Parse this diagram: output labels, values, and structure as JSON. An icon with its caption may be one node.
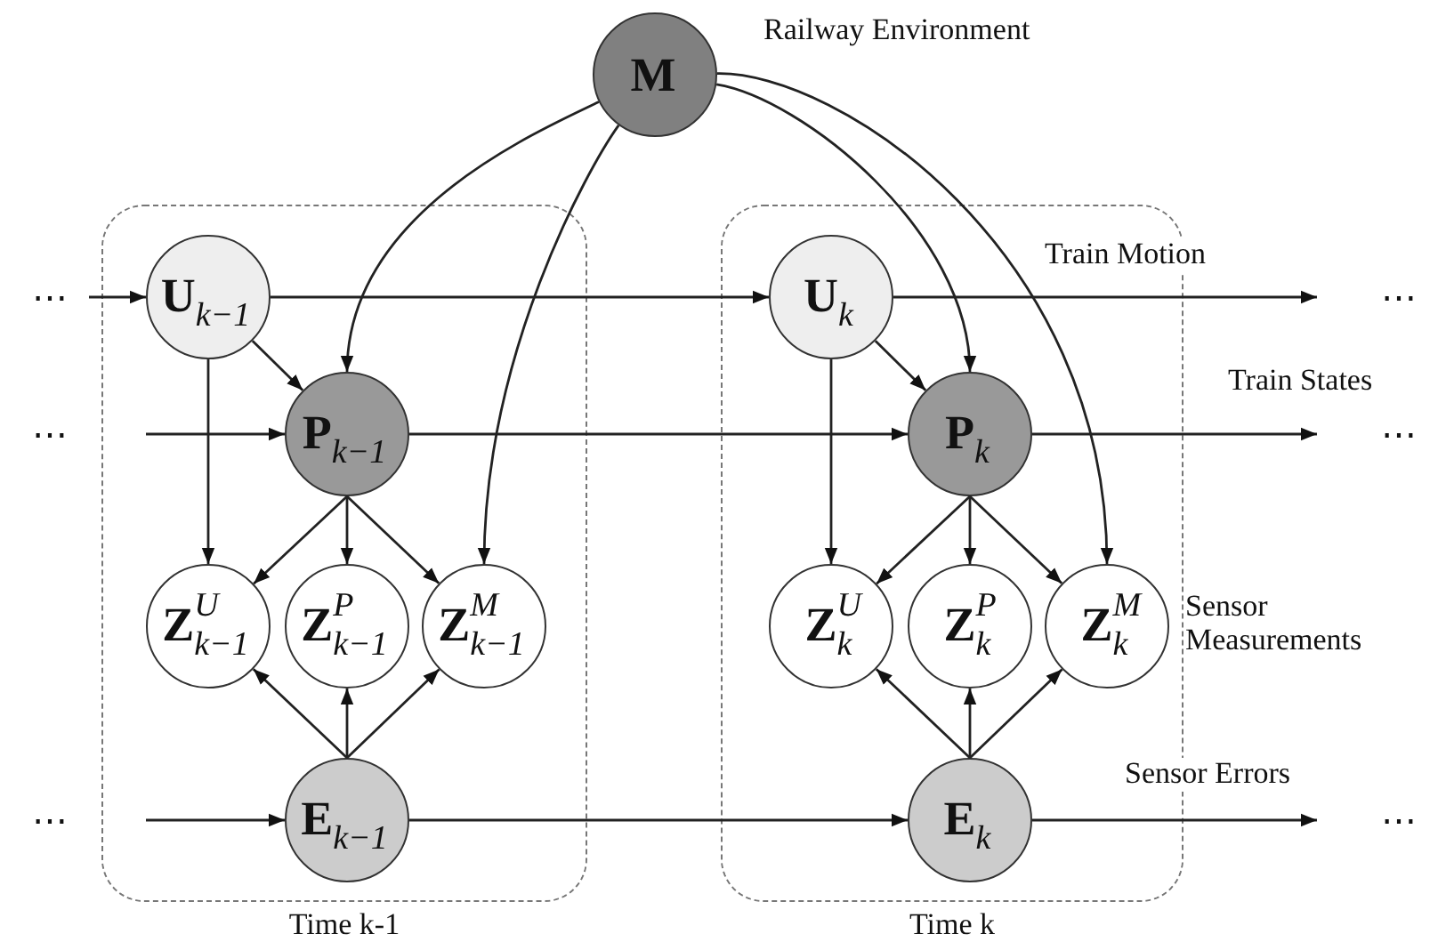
{
  "diagram": {
    "nodes": [
      {
        "text": [
          "M"
        ],
        "beside": [
          "Railway Environment"
        ]
      },
      {
        "text": [
          "Time k-1"
        ]
      },
      {
        "text": [
          "**U**$_{k−1}$"
        ],
        "in": 1
      },
      {
        "text": [
          "**P**$_{k−1}$"
        ],
        "in": 1
      },
      {
        "text": [
          "**Z**$^{U}$$_{k−1}$"
        ],
        "in": 1
      },
      {
        "text": [
          "**Z**$^{P}$$_{k−1}$"
        ],
        "in": 1
      },
      {
        "text": [
          "**Z**$^{M}$$_{k−1}$"
        ],
        "in": 1
      },
      {
        "text": [
          "**E**$_{k−1}$"
        ],
        "in": 1
      },
      {
        "text": [
          "Time k"
        ]
      },
      {
        "text": [
          "**U**$_{k}$"
        ],
        "in": 8
      },
      {
        "text": [
          "**P**$_{k}$"
        ],
        "in": 8
      },
      {
        "text": [
          "**Z**$^{U}$$_{k}$"
        ],
        "in": 8
      },
      {
        "text": [
          "**Z**$^{P}$$_{k}$"
        ],
        "in": 8
      },
      {
        "text": [
          "**Z**$^{M}$$_{k}$"
        ],
        "in": 8
      },
      {
        "text": [
          "**E**$_{k}$"
        ],
        "in": 8
      }
    ],
    "edges": [
      {
        "from": 0,
        "to": 3,
        "arrow": "to"
      },
      {
        "from": 0,
        "to": 6,
        "arrow": "to"
      },
      {
        "from": 0,
        "to": 10,
        "arrow": "to"
      },
      {
        "from": 0,
        "to": 13,
        "arrow": "to"
      },
      {
        "from": null,
        "to": 2,
        "arrow": "to"
      },
      {
        "from": 2,
        "to": 9,
        "arrow": "to"
      },
      {
        "from": 9,
        "to": null,
        "arrow": "to"
      },
      {
        "from": 2,
        "to": 3,
        "arrow": "to"
      },
      {
        "from": 9,
        "to": 10,
        "arrow": "to"
      },
      {
        "from": null,
        "to": 3,
        "arrow": "to"
      },
      {
        "from": 3,
        "to": 10,
        "arrow": "to"
      },
      {
        "from": 10,
        "to": null,
        "arrow": "to"
      },
      {
        "from": 2,
        "to": 4,
        "arrow": "to"
      },
      {
        "from": 3,
        "to": 4,
        "arrow": "to"
      },
      {
        "from": 3,
        "to": 5,
        "arrow": "to"
      },
      {
        "from": 3,
        "to": 6,
        "arrow": "to"
      },
      {
        "from": 9,
        "to": 11,
        "arrow": "to"
      },
      {
        "from": 10,
        "to": 11,
        "arrow": "to"
      },
      {
        "from": 10,
        "to": 12,
        "arrow": "to"
      },
      {
        "from": 10,
        "to": 13,
        "arrow": "to"
      },
      {
        "from": 7,
        "to": 4,
        "arrow": "to"
      },
      {
        "from": 7,
        "to": 5,
        "arrow": "to"
      },
      {
        "from": 7,
        "to": 6,
        "arrow": "to"
      },
      {
        "from": 14,
        "to": 11,
        "arrow": "to"
      },
      {
        "from": 14,
        "to": 12,
        "arrow": "to"
      },
      {
        "from": 14,
        "to": 13,
        "arrow": "to"
      },
      {
        "from": null,
        "to": 7,
        "arrow": "to"
      },
      {
        "from": 7,
        "to": 14,
        "arrow": "to"
      },
      {
        "from": 14,
        "to": null,
        "arrow": "to"
      }
    ],
    "labels": [
      "⋯",
      "Train Motion",
      "⋯",
      "⋯",
      "Train States",
      "⋯",
      "Sensor Measurements",
      "⋯",
      "Sensor Errors",
      "⋯"
    ]
  }
}
